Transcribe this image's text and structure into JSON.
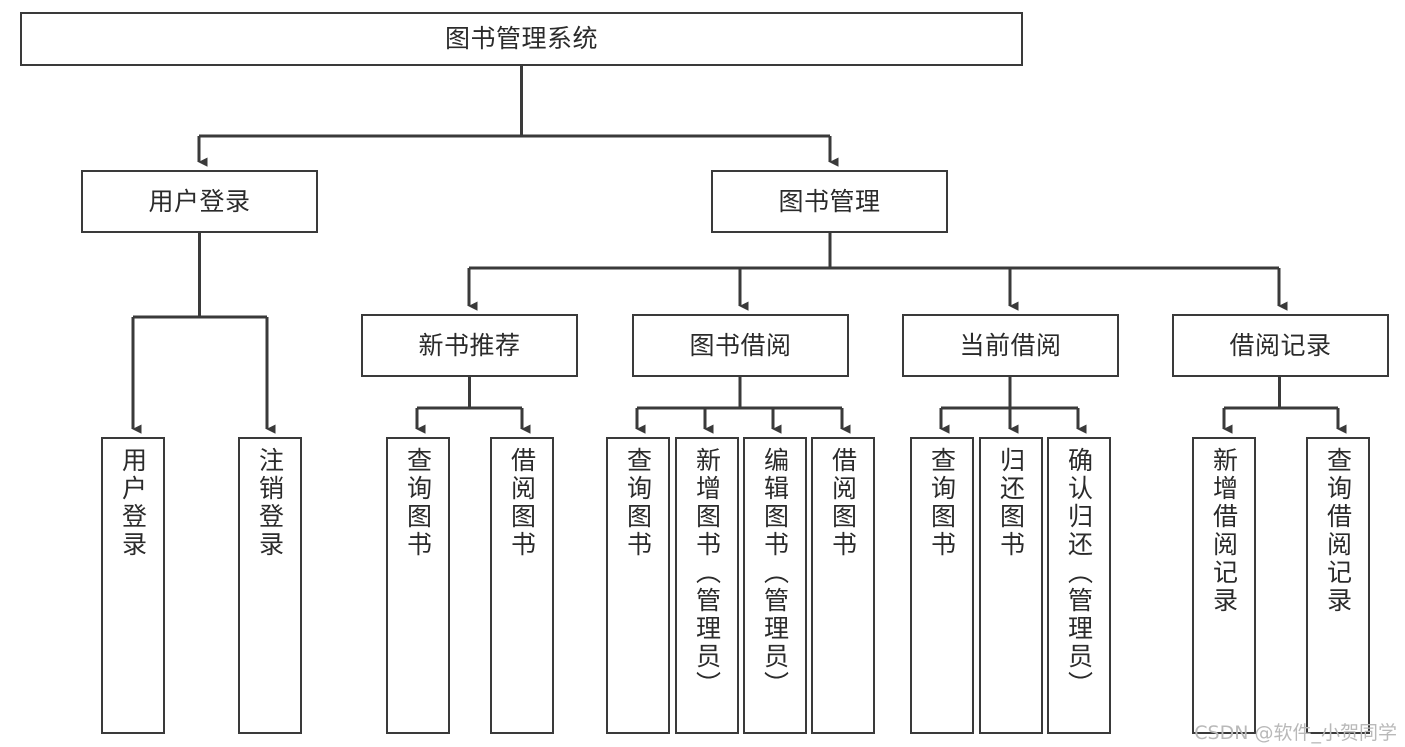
{
  "diagram": {
    "title": "图书管理系统",
    "type": "tree-hierarchy-diagram",
    "colors": {
      "box_border": "#3a3a3a",
      "box_fill": "#ffffff",
      "connector": "#3a3a3a",
      "text": "#2b2b2b",
      "watermark": "#b9b9b9",
      "background": "#ffffff"
    },
    "nodes": {
      "root": {
        "label": "图书管理系统",
        "orientation": "horizontal"
      },
      "level2": [
        {
          "id": "user-login",
          "label": "用户登录",
          "orientation": "horizontal"
        },
        {
          "id": "book-management",
          "label": "图书管理",
          "orientation": "horizontal"
        }
      ],
      "level3": [
        {
          "id": "new-book-recommend",
          "label": "新书推荐",
          "orientation": "horizontal"
        },
        {
          "id": "book-borrow",
          "label": "图书借阅",
          "orientation": "horizontal"
        },
        {
          "id": "current-borrow",
          "label": "当前借阅",
          "orientation": "horizontal"
        },
        {
          "id": "borrow-record",
          "label": "借阅记录",
          "orientation": "horizontal"
        }
      ],
      "leaves": [
        {
          "id": "leaf-user-login",
          "label": "用户登录",
          "parent": "user-login",
          "orientation": "vertical"
        },
        {
          "id": "leaf-user-logout",
          "label": "注销登录",
          "parent": "user-login",
          "orientation": "vertical"
        },
        {
          "id": "leaf-query-book-1",
          "label": "查询图书",
          "parent": "new-book-recommend",
          "orientation": "vertical"
        },
        {
          "id": "leaf-borrow-book-1",
          "label": "借阅图书",
          "parent": "new-book-recommend",
          "orientation": "vertical"
        },
        {
          "id": "leaf-query-book-2",
          "label": "查询图书",
          "parent": "book-borrow",
          "orientation": "vertical"
        },
        {
          "id": "leaf-add-book",
          "label": "新增图书（管理员）",
          "parent": "book-borrow",
          "orientation": "vertical"
        },
        {
          "id": "leaf-edit-book",
          "label": "编辑图书（管理员）",
          "parent": "book-borrow",
          "orientation": "vertical"
        },
        {
          "id": "leaf-borrow-book-2",
          "label": "借阅图书",
          "parent": "book-borrow",
          "orientation": "vertical"
        },
        {
          "id": "leaf-query-book-3",
          "label": "查询图书",
          "parent": "current-borrow",
          "orientation": "vertical"
        },
        {
          "id": "leaf-return-book",
          "label": "归还图书",
          "parent": "current-borrow",
          "orientation": "vertical"
        },
        {
          "id": "leaf-confirm-return",
          "label": "确认归还（管理员）",
          "parent": "current-borrow",
          "orientation": "vertical"
        },
        {
          "id": "leaf-add-borrow-record",
          "label": "新增借阅记录",
          "parent": "borrow-record",
          "orientation": "vertical"
        },
        {
          "id": "leaf-query-borrow-record",
          "label": "查询借阅记录",
          "parent": "borrow-record",
          "orientation": "vertical"
        }
      ]
    }
  },
  "watermark": {
    "text": "CSDN @软件_小贺同学"
  }
}
